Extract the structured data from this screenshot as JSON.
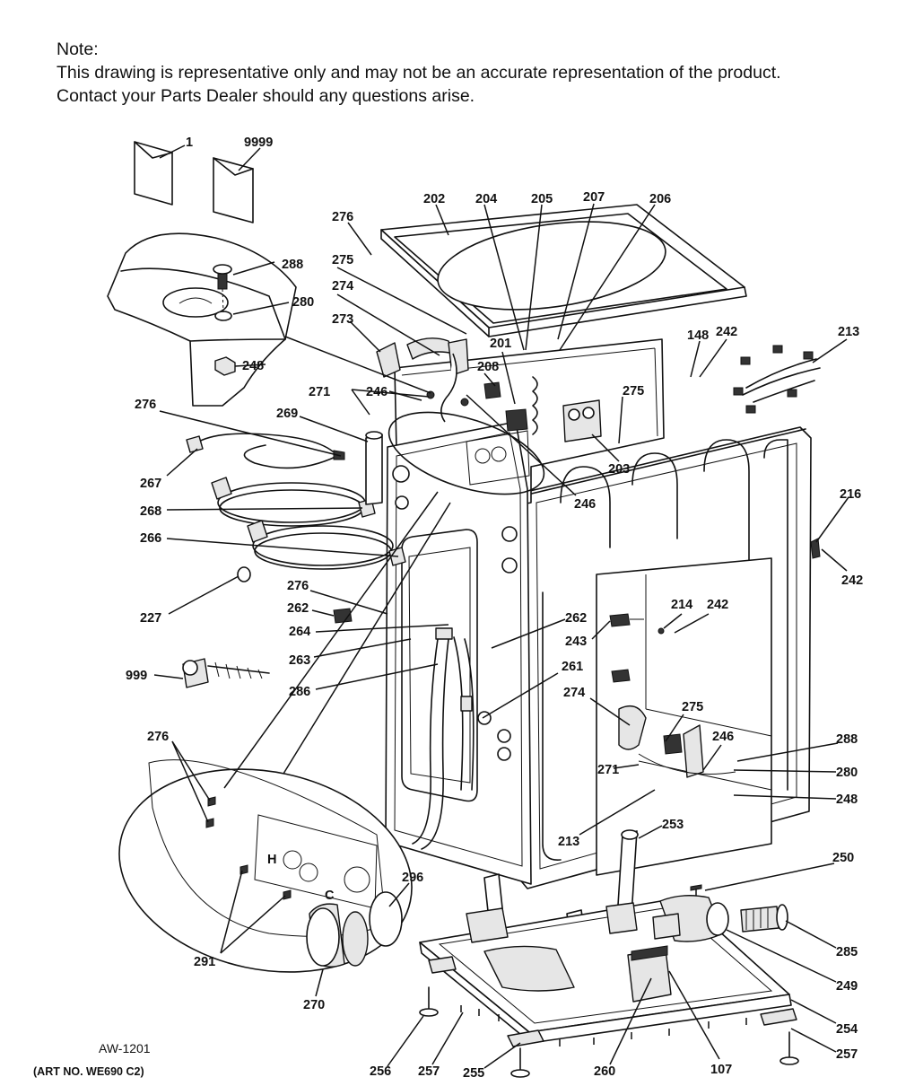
{
  "note": {
    "heading": "Note:",
    "line1": "This drawing is representative only and may not be an accurate representation of the product.",
    "line2": "Contact your Parts Dealer should any questions arise."
  },
  "art": {
    "id": "AW-1201",
    "number": "(ART NO. WE690 C2)"
  },
  "callouts": [
    "1",
    "9999",
    "202",
    "204",
    "205",
    "207",
    "206",
    "276",
    "275",
    "288",
    "274",
    "280",
    "273",
    "248",
    "201",
    "148",
    "242",
    "213",
    "271",
    "208",
    "246",
    "275",
    "276",
    "269",
    "203",
    "246",
    "267",
    "216",
    "268",
    "266",
    "242",
    "227",
    "276",
    "262",
    "262",
    "264",
    "243",
    "214",
    "242",
    "263",
    "261",
    "999",
    "286",
    "274",
    "275",
    "276",
    "288",
    "246",
    "271",
    "280",
    "248",
    "213",
    "253",
    "296",
    "250",
    "291",
    "285",
    "270",
    "249",
    "254",
    "257",
    "256",
    "257",
    "255",
    "260",
    "107"
  ]
}
